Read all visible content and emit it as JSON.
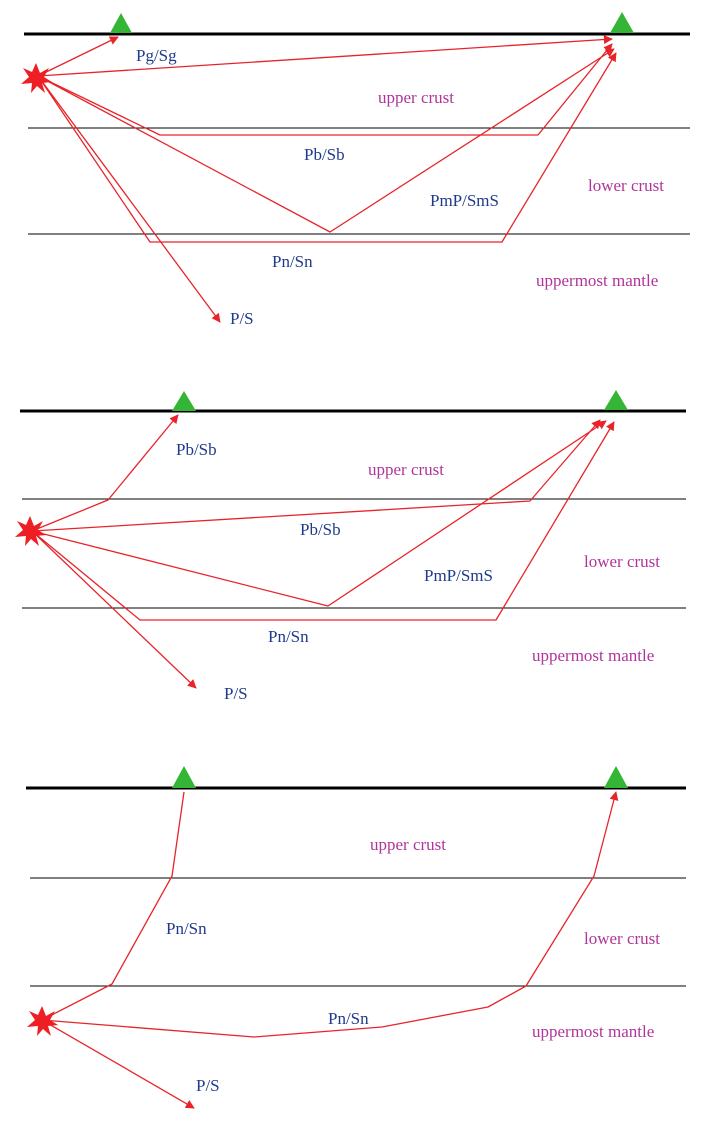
{
  "colors": {
    "ray": "#e8242a",
    "station": "#35b535",
    "source": "#ee1f24",
    "wave_label": "#1f3a8c",
    "layer_label": "#b0359a"
  },
  "icons": {
    "station": "green-triangle",
    "source": "red-star-burst"
  },
  "panels": [
    {
      "wave_labels": [
        "Pg/Sg",
        "Pb/Sb",
        "PmP/SmS",
        "Pn/Sn",
        "P/S"
      ],
      "layer_labels": [
        "upper crust",
        "lower crust",
        "uppermost mantle"
      ]
    },
    {
      "wave_labels": [
        "Pb/Sb",
        "Pb/Sb",
        "PmP/SmS",
        "Pn/Sn",
        "P/S"
      ],
      "layer_labels": [
        "upper crust",
        "lower crust",
        "uppermost mantle"
      ]
    },
    {
      "wave_labels": [
        "Pn/Sn",
        "Pn/Sn",
        "P/S"
      ],
      "layer_labels": [
        "upper crust",
        "lower crust",
        "uppermost mantle"
      ]
    }
  ]
}
